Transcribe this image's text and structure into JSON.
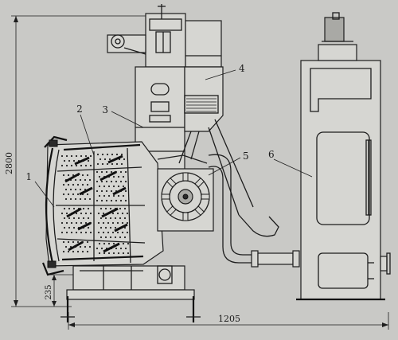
{
  "dimensions": {
    "height_total": "2800",
    "base_height": "235",
    "width_total": "1205"
  },
  "part_labels": [
    {
      "id": "1",
      "text": "1"
    },
    {
      "id": "2",
      "text": "2"
    },
    {
      "id": "3",
      "text": "3"
    },
    {
      "id": "4",
      "text": "4"
    },
    {
      "id": "5",
      "text": "5"
    },
    {
      "id": "6",
      "text": "6"
    }
  ]
}
